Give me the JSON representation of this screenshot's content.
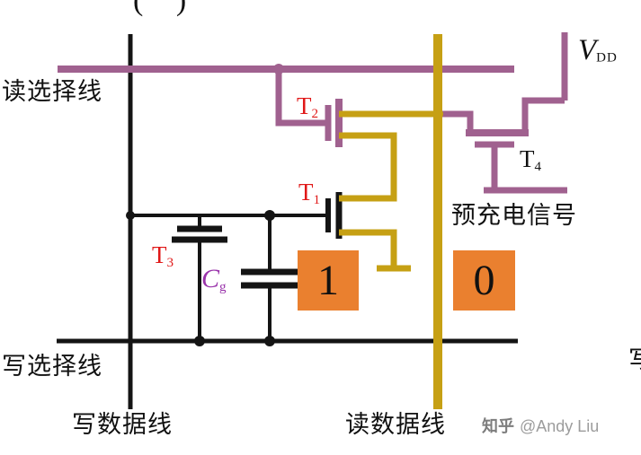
{
  "colors": {
    "purple": "#a0618f",
    "gold": "#c6a014",
    "orange": "#ea802f",
    "label_red": "#e01818",
    "cap_label": "#9933aa",
    "wire_black": "#141414",
    "watermark_gray": "#9c9c9c"
  },
  "labels": {
    "figure_partial": "( )",
    "read_select_line": "读选择线",
    "write_select_line": "写选择线",
    "write_data_line": "写数据线",
    "read_data_line": "读数据线",
    "precharge_signal": "预充电信号",
    "edge_partial": "写"
  },
  "power": {
    "vdd_symbol": "V",
    "vdd_sub": "DD"
  },
  "capacitor": {
    "symbol": "C",
    "sub": "g"
  },
  "transistors": {
    "t1": {
      "prefix": "T",
      "sub": "1"
    },
    "t2": {
      "prefix": "T",
      "sub": "2"
    },
    "t3": {
      "prefix": "T",
      "sub": "3"
    },
    "t4": {
      "prefix": "T",
      "sub": "4"
    }
  },
  "values": {
    "stored_bit": "1",
    "read_line_bit": "0"
  },
  "watermark": {
    "brand": "知乎",
    "handle": "@Andy Liu"
  }
}
